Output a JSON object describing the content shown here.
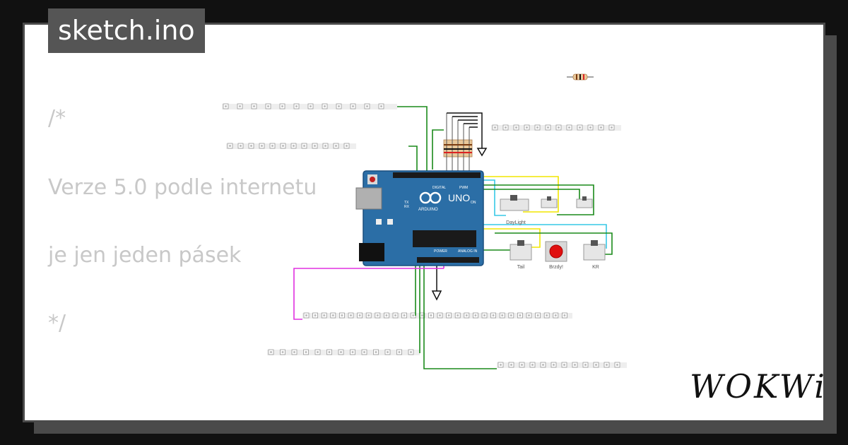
{
  "header": {
    "filename": "sketch.ino"
  },
  "code_comment": {
    "lines": [
      "/*",
      "Verze 5.0 podle internetu",
      "je jen jeden pásek",
      "*/"
    ]
  },
  "board": {
    "brand": "ARDUINO",
    "model": "UNO",
    "labels": [
      "DIGITAL",
      "PWM",
      "POWER",
      "ANALOG IN",
      "ON",
      "TX",
      "RX"
    ]
  },
  "switches": {
    "daylight": "DayLight",
    "tail": "Tail",
    "kr": "KR"
  },
  "button": {
    "label": "Brzdy!"
  },
  "brand": {
    "logo": "WOKWi"
  },
  "colors": {
    "background": "#111111",
    "card": "#ffffff",
    "tab": "#555555",
    "board": "#2b6ea6",
    "wire_green": "#1a8a1a",
    "wire_yellow": "#f2e600",
    "wire_cyan": "#37c8e6",
    "wire_magenta": "#e030e0",
    "button_red": "#e01010"
  }
}
